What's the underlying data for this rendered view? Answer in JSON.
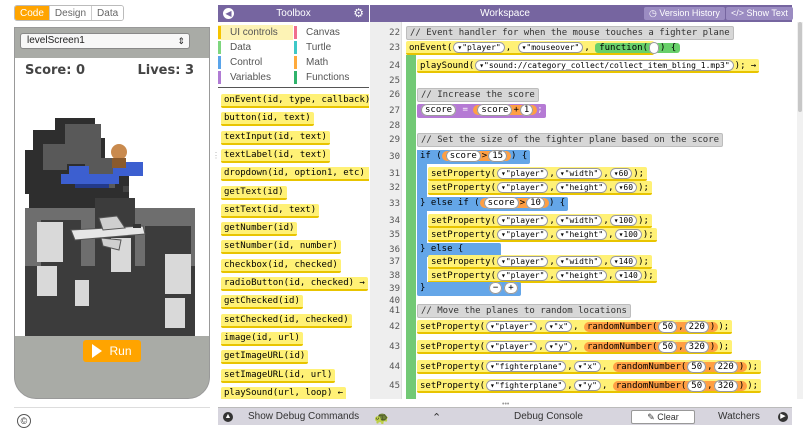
{
  "mode_tabs": {
    "code": "Code",
    "design": "Design",
    "data": "Data"
  },
  "app_preview": {
    "screen_select": "levelScreen1",
    "score_label": "Score: 0",
    "lives_label": "Lives: 3",
    "run_label": "Run",
    "copyright_symbol": "©"
  },
  "toolbox": {
    "title": "Toolbox",
    "categories": [
      {
        "label": "UI controls",
        "color": "#f5c400"
      },
      {
        "label": "Canvas",
        "color": "#f06f8e"
      },
      {
        "label": "Data",
        "color": "#7ed67e"
      },
      {
        "label": "Turtle",
        "color": "#3ec8c8"
      },
      {
        "label": "Control",
        "color": "#5aa4ea"
      },
      {
        "label": "Math",
        "color": "#ffaa3c"
      },
      {
        "label": "Variables",
        "color": "#b07cd4"
      },
      {
        "label": "Functions",
        "color": "#2fb36b"
      }
    ],
    "blocks": [
      "onEvent(id, type, callback)",
      "button(id, text)",
      "textInput(id, text)",
      "textLabel(id, text)",
      "dropdown(id, option1, etc) ←",
      "getText(id)",
      "setText(id, text)",
      "getNumber(id)",
      "setNumber(id, number)",
      "checkbox(id, checked)",
      "radioButton(id, checked) →",
      "getChecked(id)",
      "setChecked(id, checked)",
      "image(id, url)",
      "getImageURL(id)",
      "setImageURL(id, url)",
      "playSound(url, loop) ←"
    ]
  },
  "workspace": {
    "title": "Workspace",
    "version_history": "Version History",
    "show_text": "Show Text",
    "line_numbers": [
      "22",
      "23",
      "24",
      "25",
      "26",
      "27",
      "28",
      "29",
      "30",
      "31",
      "32",
      "33",
      "34",
      "35",
      "36",
      "37",
      "38",
      "39",
      "40",
      "41",
      "42",
      "43",
      "44",
      "45"
    ],
    "code": {
      "c22": "// Event handler for when the mouse touches a fighter plane",
      "c23a": "onEvent(",
      "c23b": "\"player\"",
      "c23c": ",",
      "c23d": "\"mouseover\"",
      "c23e": ",",
      "c23f": "function(",
      "c23g": ") {",
      "c24a": "playSound(",
      "c24b": "\"sound://category_collect/collect_item_bling_1.mp3\"",
      "c24c": "); →",
      "c26": "// Increase the score",
      "c27a": "score",
      "c27b": "=",
      "c27c": "score",
      "c27d": "+",
      "c27e": "1",
      "c27f": ";",
      "c29": "// Set the size of the fighter plane based on the score",
      "c30a": "if (",
      "c30b": "score",
      "c30c": ">",
      "c30d": "15",
      "c30e": ") {",
      "c31a": "setProperty(",
      "c31b": "\"player\"",
      "c31c": ",",
      "c31d": "\"width\"",
      "c31e": ",",
      "c31f": "60",
      "c31g": ");",
      "c32a": "setProperty(",
      "c32b": "\"player\"",
      "c32c": ",",
      "c32d": "\"height\"",
      "c32e": ",",
      "c32f": "60",
      "c32g": ");",
      "c33a": "} else if (",
      "c33b": "score",
      "c33c": ">",
      "c33d": "10",
      "c33e": ") {",
      "c34a": "setProperty(",
      "c34b": "\"player\"",
      "c34c": ",",
      "c34d": "\"width\"",
      "c34e": ",",
      "c34f": "100",
      "c34g": ");",
      "c35a": "setProperty(",
      "c35b": "\"player\"",
      "c35c": ",",
      "c35d": "\"height\"",
      "c35e": ",",
      "c35f": "100",
      "c35g": ");",
      "c36": "} else {",
      "c37a": "setProperty(",
      "c37b": "\"player\"",
      "c37c": ",",
      "c37d": "\"width\"",
      "c37e": ",",
      "c37f": "140",
      "c37g": ");",
      "c38a": "setProperty(",
      "c38b": "\"player\"",
      "c38c": ",",
      "c38d": "\"height\"",
      "c38e": ",",
      "c38f": "140",
      "c38g": ");",
      "c39a": "}",
      "c39b": "−",
      "c39c": "+",
      "c41": "// Move the planes to random locations",
      "c42a": "setProperty(",
      "c42b": "\"player\"",
      "c42c": ",",
      "c42d": "\"x\"",
      "c42e": ",",
      "c42f": "randomNumber(",
      "c42g": "50",
      "c42h": ",",
      "c42i": "220",
      "c42j": ")",
      "c42k": ");",
      "c43a": "setProperty(",
      "c43b": "\"player\"",
      "c43c": ",",
      "c43d": "\"y\"",
      "c43e": ",",
      "c43f": "randomNumber(",
      "c43g": "50",
      "c43h": ",",
      "c43i": "320",
      "c43j": ")",
      "c43k": ");",
      "c44a": "setProperty(",
      "c44b": "\"fighterplane\"",
      "c44c": ",",
      "c44d": "\"x\"",
      "c44e": ",",
      "c44f": "randomNumber(",
      "c44g": "50",
      "c44h": ",",
      "c44i": "220",
      "c44j": ")",
      "c44k": ");",
      "c45a": "setProperty(",
      "c45b": "\"fighterplane\"",
      "c45c": ",",
      "c45d": "\"y\"",
      "c45e": ",",
      "c45f": "randomNumber(",
      "c45g": "50",
      "c45h": ",",
      "c45i": "320",
      "c45j": ")",
      "c45k": ");"
    }
  },
  "debug_bar": {
    "show_debug": "Show Debug Commands",
    "console": "Debug Console",
    "clear": "Clear",
    "watchers": "Watchers"
  },
  "colors": {
    "accent": "#ffa400",
    "header": "#7665a0",
    "event_block": "#fff176",
    "function_block": "#72c975",
    "variable_block": "#b57ad4",
    "control_block": "#64a6e8",
    "math_block": "#ff9f43"
  }
}
